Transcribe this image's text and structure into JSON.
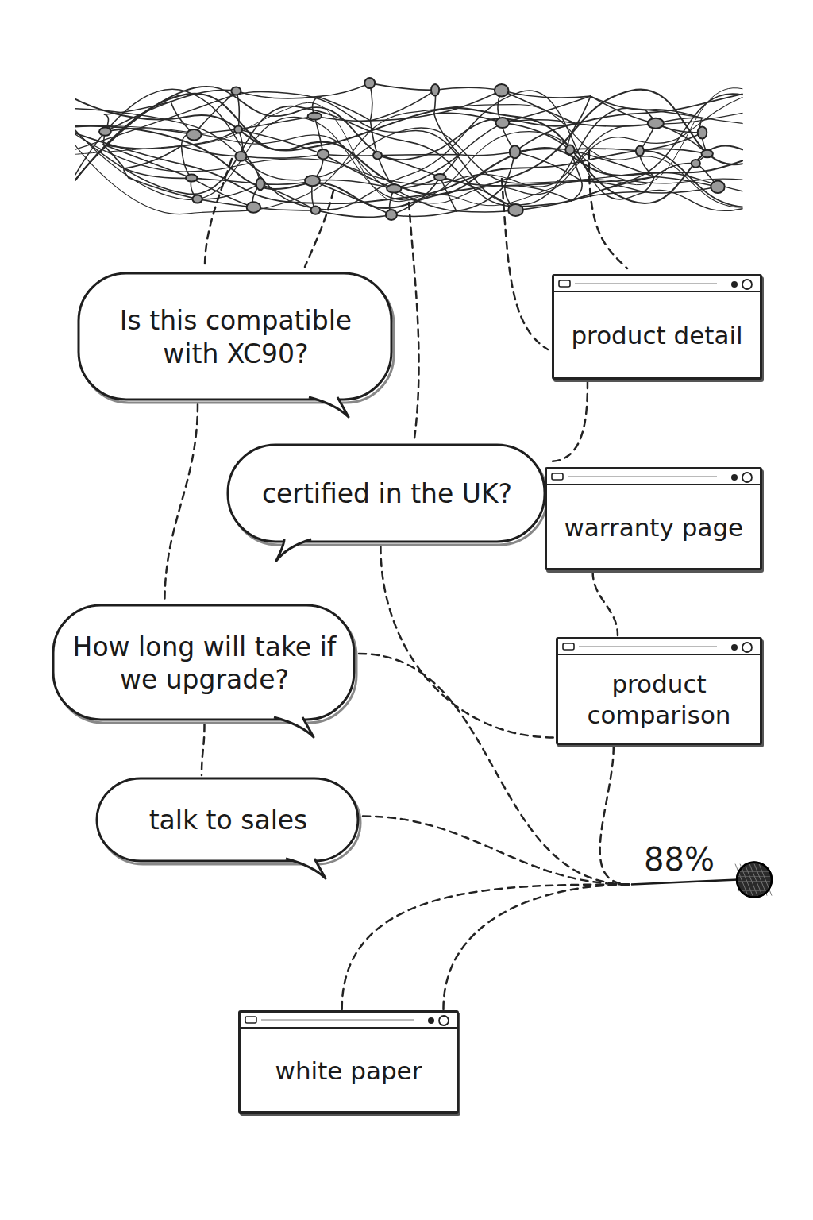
{
  "diagram": {
    "nodes": [
      {
        "text": [
          "Is this compatible with XC90?"
        ]
      },
      {
        "text": [
          "product detail"
        ]
      },
      {
        "text": [
          "certified in the UK?"
        ]
      },
      {
        "text": [
          "warranty page"
        ]
      },
      {
        "text": [
          "How long will take if we upgrade?"
        ]
      },
      {
        "text": [
          "product comparison"
        ]
      },
      {
        "text": [
          "talk to sales"
        ]
      },
      {
        "text": [
          "white paper"
        ]
      },
      {
        "text": [
          "88%"
        ]
      }
    ],
    "edges": [
      {
        "from": 0,
        "to": 4,
        "arrow": "none"
      },
      {
        "from": 1,
        "to": 2,
        "arrow": "none"
      },
      {
        "from": 3,
        "to": 5,
        "arrow": "none"
      },
      {
        "from": 2,
        "to": 5,
        "arrow": "none"
      },
      {
        "from": 4,
        "to": 8,
        "arrow": "none"
      },
      {
        "from": 4,
        "to": 6,
        "arrow": "none"
      },
      {
        "from": 6,
        "to": 8,
        "arrow": "none"
      },
      {
        "from": 5,
        "to": 8,
        "arrow": "none"
      },
      {
        "from": 7,
        "to": 8,
        "arrow": "none"
      },
      {
        "from": 7,
        "to": 8,
        "arrow": "none"
      }
    ]
  }
}
